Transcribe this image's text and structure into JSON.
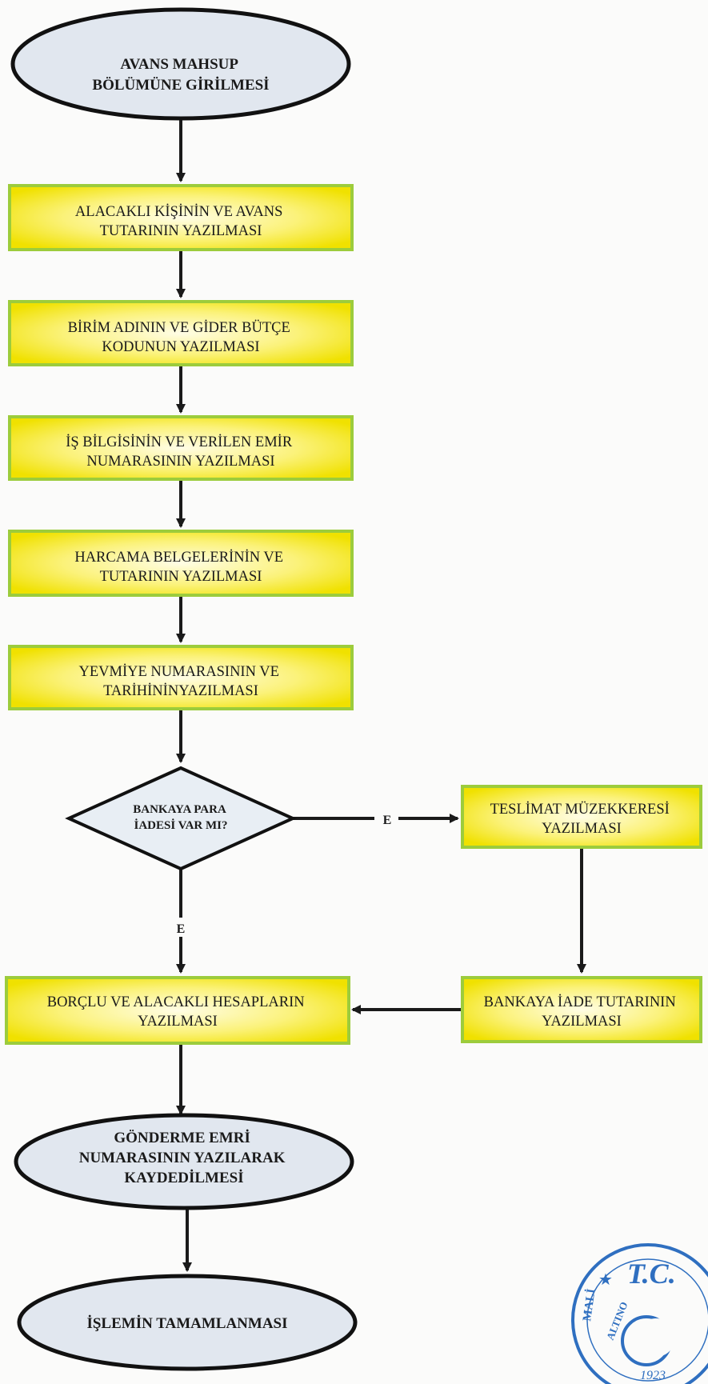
{
  "colors": {
    "box_fill_center": "#fffde0",
    "box_fill_edge": "#f2e600",
    "box_border": "#9ccc3c",
    "ellipse_fill": "#e1e7ef",
    "ellipse_border": "#111111",
    "diamond_fill": "#e8eef4",
    "arrow": "#1a1a1a",
    "seal": "#2f6fc0"
  },
  "nodes": {
    "start": {
      "line1": "AVANS MAHSUP",
      "line2": "BÖLÜMÜNE GİRİLMESİ"
    },
    "step1": {
      "line1": "ALACAKLI KİŞİNİN VE AVANS",
      "line2": "TUTARININ YAZILMASI"
    },
    "step2": {
      "line1": "BİRİM ADININ VE GİDER BÜTÇE",
      "line2": "KODUNUN YAZILMASI"
    },
    "step3": {
      "line1": "İŞ BİLGİSİNİN VE VERİLEN EMİR",
      "line2": "NUMARASININ YAZILMASI"
    },
    "step4": {
      "line1": "HARCAMA BELGELERİNİN VE",
      "line2": "TUTARININ YAZILMASI"
    },
    "step5": {
      "line1": "YEVMİYE NUMARASININ VE",
      "line2": "TARİHİNİNYAZILMASI"
    },
    "decision": {
      "line1": "BANKAYA PARA",
      "line2": "İADESİ VAR MI?"
    },
    "branch1": {
      "line1": "TESLİMAT MÜZEKKERESİ",
      "line2": "YAZILMASI"
    },
    "branch2": {
      "line1": "BANKAYA İADE TUTARININ",
      "line2": "YAZILMASI"
    },
    "step6": {
      "line1": "BORÇLU VE ALACAKLI HESAPLARIN",
      "line2": "YAZILMASI"
    },
    "end1": {
      "line1": "GÖNDERME EMRİ",
      "line2": "NUMARASININ YAZILARAK",
      "line3": "KAYDEDİLMESİ"
    },
    "end2": {
      "line1": "İŞLEMİN TAMAMLANMASI"
    }
  },
  "edge_labels": {
    "right": "E",
    "down": "E"
  },
  "seal": {
    "text_top": "T.C.",
    "text_left": "MALİ",
    "text_arc": "ALTINO",
    "year": "1923"
  }
}
